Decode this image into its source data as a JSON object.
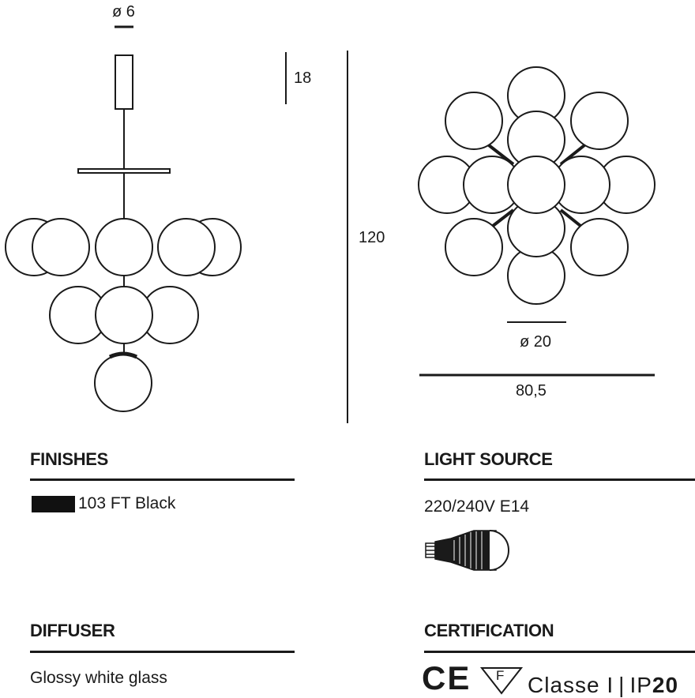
{
  "drawing": {
    "dim_canopy_diameter": "ø 6",
    "dim_canopy_height": "18",
    "dim_total_height": "120",
    "dim_globe_diameter": "ø 20",
    "dim_total_width": "80,5"
  },
  "sections": {
    "finishes": {
      "title": "FINISHES",
      "swatch_color": "#111111",
      "value": "103 FT Black"
    },
    "light_source": {
      "title": "LIGHT SOURCE",
      "value": "220/240V E14",
      "icon": "bulb-icon"
    },
    "diffuser": {
      "title": "DIFFUSER",
      "value": "Glossy white glass"
    },
    "certification": {
      "title": "CERTIFICATION",
      "ce_mark": "CE",
      "f_mark": "F",
      "class_label": "Classe I",
      "ip_prefix": "IP",
      "ip_value": "20"
    }
  }
}
